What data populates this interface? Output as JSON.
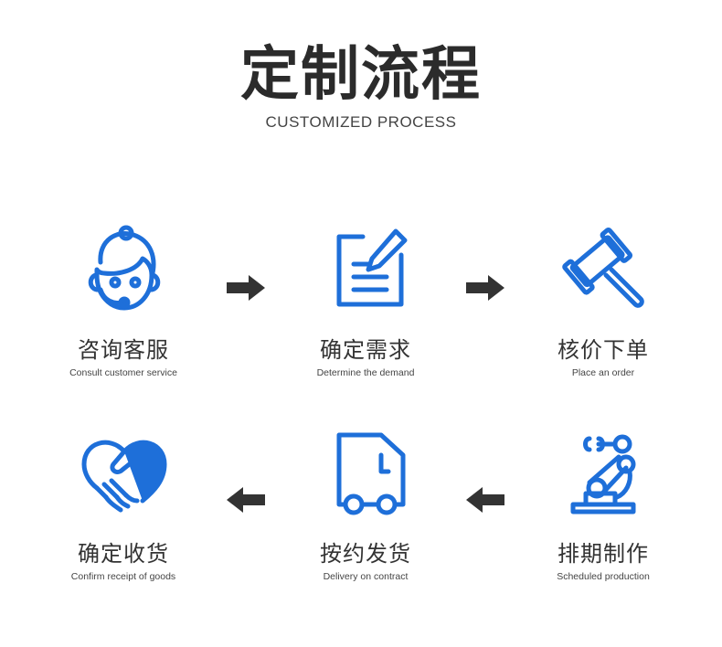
{
  "header": {
    "title": "定制流程",
    "subtitle": "CUSTOMIZED PROCESS"
  },
  "colors": {
    "accent": "#1e6fd9",
    "text": "#333333",
    "arrow": "#333333"
  },
  "steps": [
    {
      "name": "咨询客服",
      "en": "Consult customer service",
      "icon": "customer-service-icon"
    },
    {
      "name": "确定需求",
      "en": "Determine the demand",
      "icon": "document-edit-icon"
    },
    {
      "name": "核价下单",
      "en": "Place an order",
      "icon": "gavel-icon"
    },
    {
      "name": "排期制作",
      "en": "Scheduled production",
      "icon": "robot-arm-icon"
    },
    {
      "name": "按约发货",
      "en": "Delivery on contract",
      "icon": "delivery-truck-icon"
    },
    {
      "name": "确定收货",
      "en": "Confirm receipt of goods",
      "icon": "handshake-heart-icon"
    }
  ],
  "arrows": [
    {
      "direction": "right"
    },
    {
      "direction": "right"
    },
    {
      "direction": "left"
    },
    {
      "direction": "left"
    }
  ]
}
